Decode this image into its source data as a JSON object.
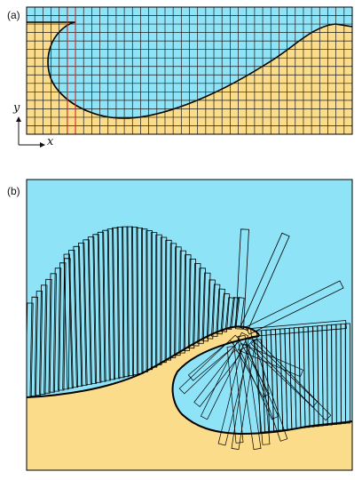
{
  "panels": [
    {
      "label": "(a)"
    },
    {
      "label": "(b)"
    }
  ],
  "axes": {
    "x": "x",
    "y": "y"
  },
  "colors": {
    "fluid": "#8fe3f7",
    "solid": "#fbdc8a",
    "grid": "#1a1a1a",
    "highlight": "#e02020",
    "boundary": "#000000"
  },
  "grid": {
    "columns": 40,
    "rows": 15,
    "highlighted_columns": [
      5,
      6
    ]
  }
}
